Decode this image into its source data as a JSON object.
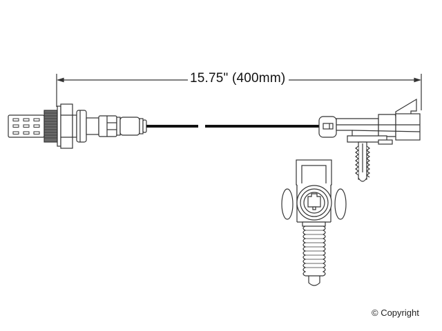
{
  "diagram": {
    "title": "Oxygen sensor dimension drawing",
    "dimension": {
      "label": "15.75\" (400mm)",
      "inches": 15.75,
      "millimeters": 400
    },
    "components": [
      {
        "name": "sensor-tip",
        "description": "Slotted protective shield"
      },
      {
        "name": "threaded-body",
        "description": "Threaded mounting section"
      },
      {
        "name": "hex-nut",
        "description": "Hex mounting nut"
      },
      {
        "name": "sensor-housing",
        "description": "Sensor body and grommet"
      },
      {
        "name": "wire-lead",
        "description": "Wire lead (broken view)"
      },
      {
        "name": "connector-side",
        "description": "Electrical connector, side view"
      },
      {
        "name": "connector-front",
        "description": "Electrical connector, front view"
      }
    ],
    "colors": {
      "line": "#333333",
      "wire": "#111111",
      "thread": "#555555",
      "background": "#ffffff"
    }
  },
  "footer": {
    "copyright": "© Copyright"
  }
}
